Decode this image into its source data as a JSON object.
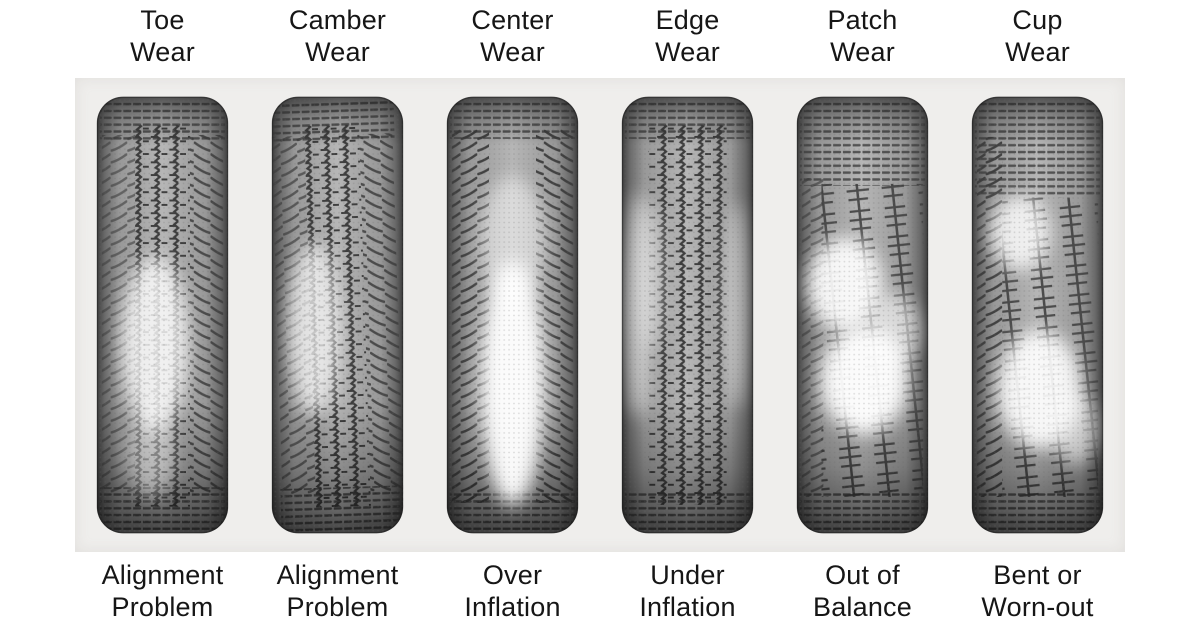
{
  "colors": {
    "page_bg": "#ffffff",
    "panel_bg": "#efeeec",
    "text": "#161616",
    "tire_edge": "#404040",
    "tire_mid": "#b6b6b6",
    "tread": "#3a3a3a",
    "worn_highlight": "#ffffff"
  },
  "columns": [
    {
      "id": "toe",
      "wear_label": "Toe\nWear",
      "cause_label": "Alignment\nProblem",
      "wear_type": "toe"
    },
    {
      "id": "camber",
      "wear_label": "Camber\nWear",
      "cause_label": "Alignment\nProblem",
      "wear_type": "camber"
    },
    {
      "id": "center",
      "wear_label": "Center\nWear",
      "cause_label": "Over\nInflation",
      "wear_type": "center"
    },
    {
      "id": "edge",
      "wear_label": "Edge\nWear",
      "cause_label": "Under\nInflation",
      "wear_type": "edge"
    },
    {
      "id": "patch",
      "wear_label": "Patch\nWear",
      "cause_label": "Out of\nBalance",
      "wear_type": "patch"
    },
    {
      "id": "cup",
      "wear_label": "Cup\nWear",
      "cause_label": "Bent or\nWorn-out",
      "wear_type": "cup"
    }
  ]
}
